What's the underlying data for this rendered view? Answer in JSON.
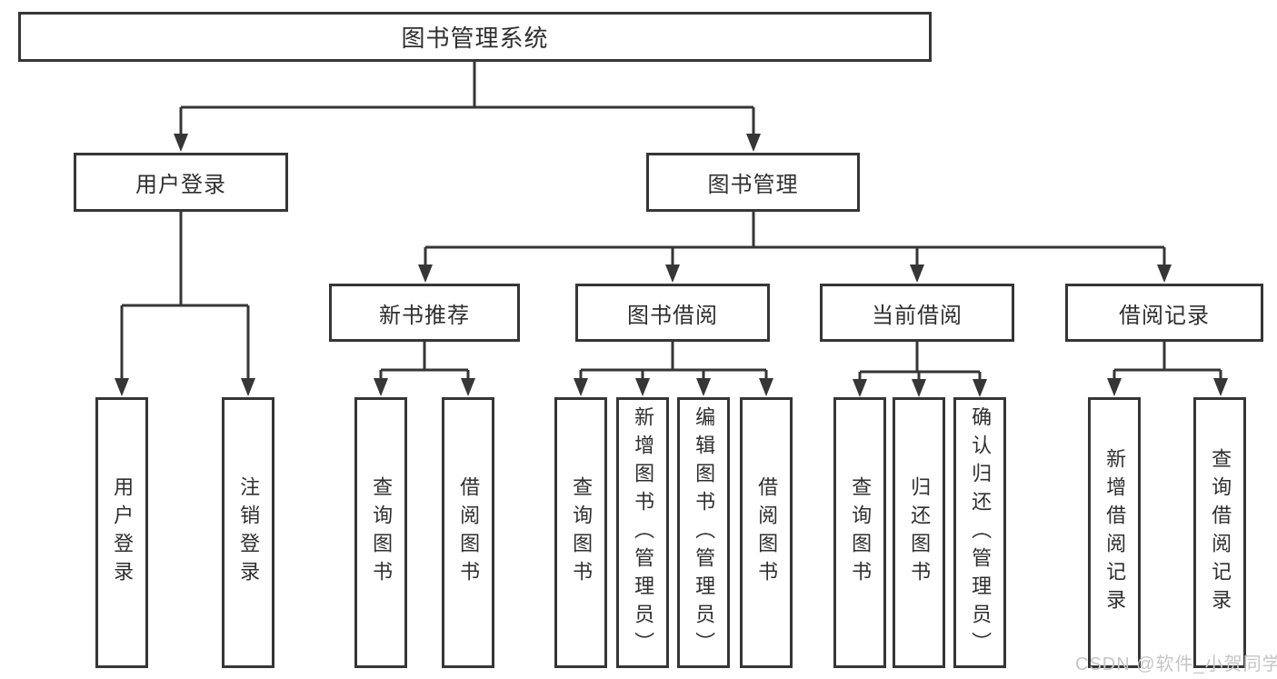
{
  "root": {
    "label": "图书管理系统"
  },
  "level2": [
    {
      "label": "用户登录"
    },
    {
      "label": "图书管理"
    }
  ],
  "level3": [
    {
      "label": "新书推荐"
    },
    {
      "label": "图书借阅"
    },
    {
      "label": "当前借阅"
    },
    {
      "label": "借阅记录"
    }
  ],
  "leaves": [
    {
      "label": "用户登录"
    },
    {
      "label": "注销登录"
    },
    {
      "label": "查询图书"
    },
    {
      "label": "借阅图书"
    },
    {
      "label": "查询图书"
    },
    {
      "label": "新增图书（管理员）"
    },
    {
      "label": "编辑图书（管理员）"
    },
    {
      "label": "借阅图书"
    },
    {
      "label": "查询图书"
    },
    {
      "label": "归还图书"
    },
    {
      "label": "确认归还（管理员）"
    },
    {
      "label": "新增借阅记录"
    },
    {
      "label": "查询借阅记录"
    }
  ],
  "watermark": {
    "text": "CSDN @软件_小贺同学"
  },
  "colors": {
    "line": "#363636",
    "text": "#2f2f2f",
    "box_fill": "#ffffff",
    "watermark": "#c6c6c6"
  }
}
